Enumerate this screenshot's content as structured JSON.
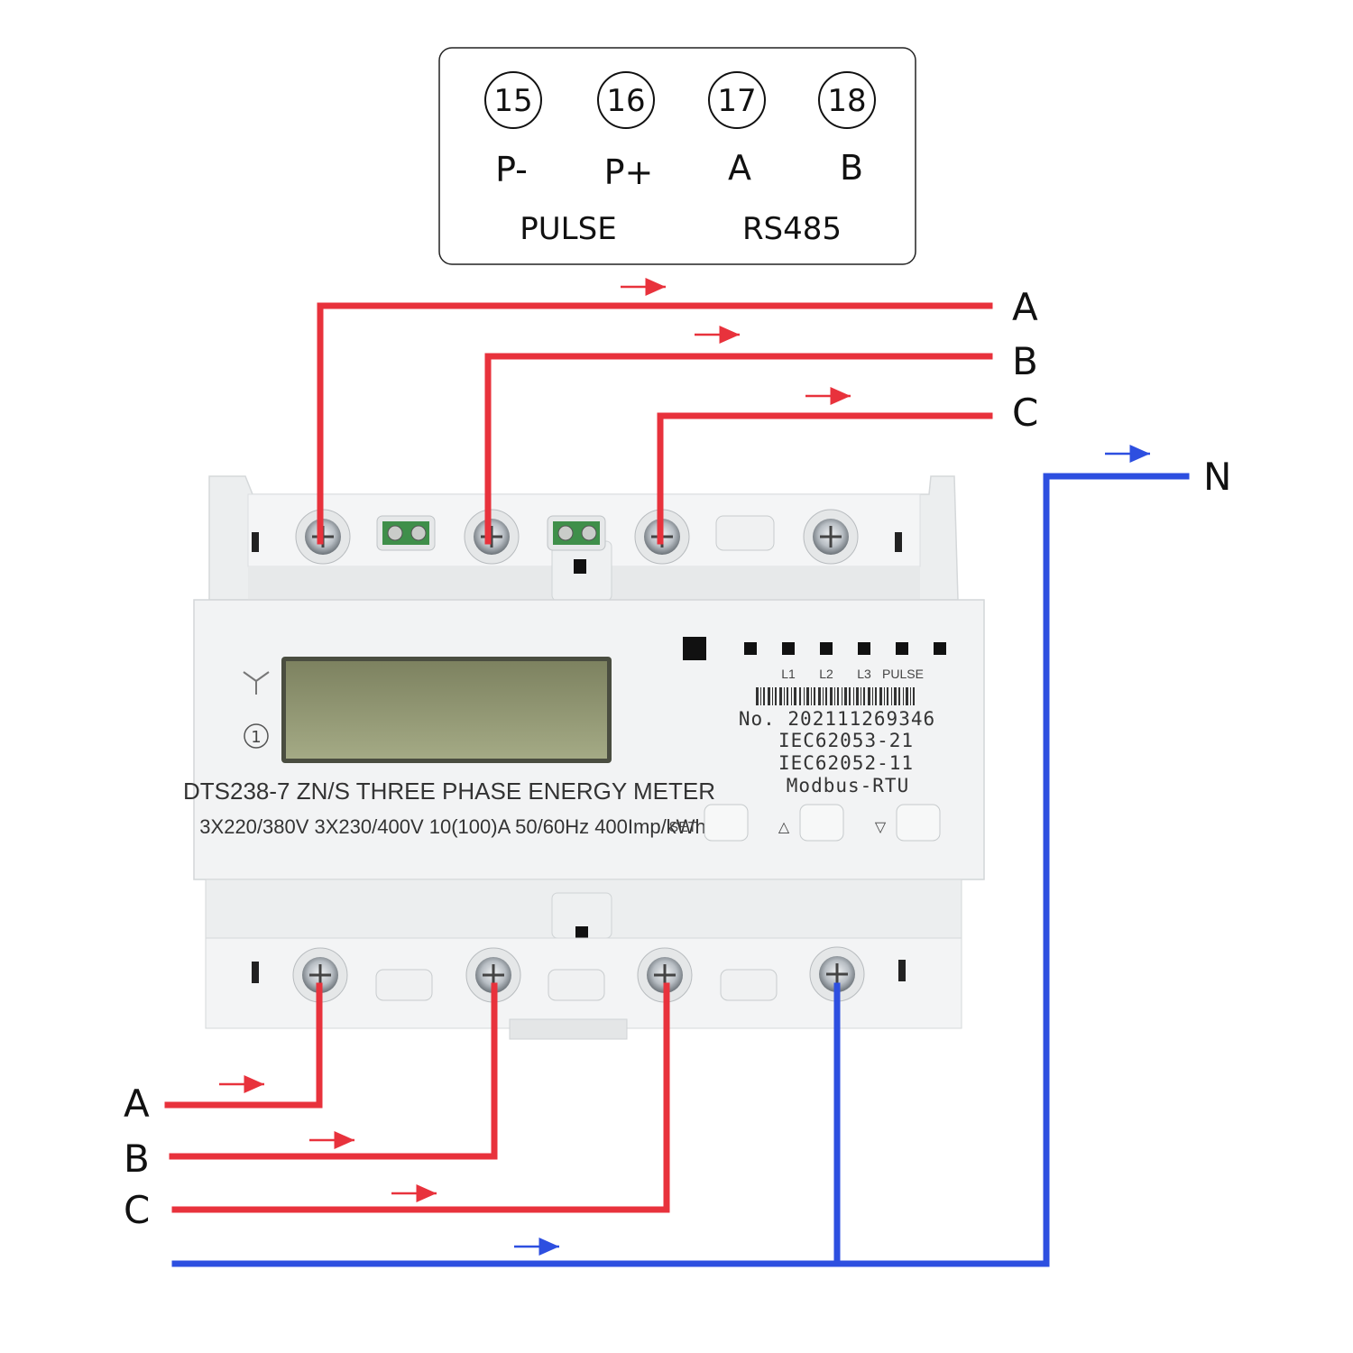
{
  "terminal_box": {
    "terminals": [
      {
        "number": "15",
        "signal": "P-"
      },
      {
        "number": "16",
        "signal": "P+"
      },
      {
        "number": "17",
        "signal": "A"
      },
      {
        "number": "18",
        "signal": "B"
      }
    ],
    "groups": [
      "PULSE",
      "RS485"
    ]
  },
  "wiring": {
    "top_labels": [
      "A",
      "B",
      "C",
      "N"
    ],
    "bottom_labels": [
      "A",
      "B",
      "C"
    ],
    "colors": {
      "phase": "#e8323c",
      "neutral": "#2d4fe0"
    }
  },
  "meter": {
    "model": "DTS238-7 ZN/S THREE PHASE ENERGY METER",
    "ratings": "3X220/380V 3X230/400V  10(100)A  50/60Hz  400Imp/kWh",
    "serial": "No. 202111269346",
    "standards": [
      "IEC62053-21",
      "IEC62052-11",
      "Modbus-RTU"
    ],
    "led_labels": [
      "L1",
      "L2",
      "L3",
      "PULSE"
    ],
    "buttons": {
      "set": "SET",
      "up": "△",
      "down": "▽"
    },
    "wiring_symbol": "①"
  }
}
